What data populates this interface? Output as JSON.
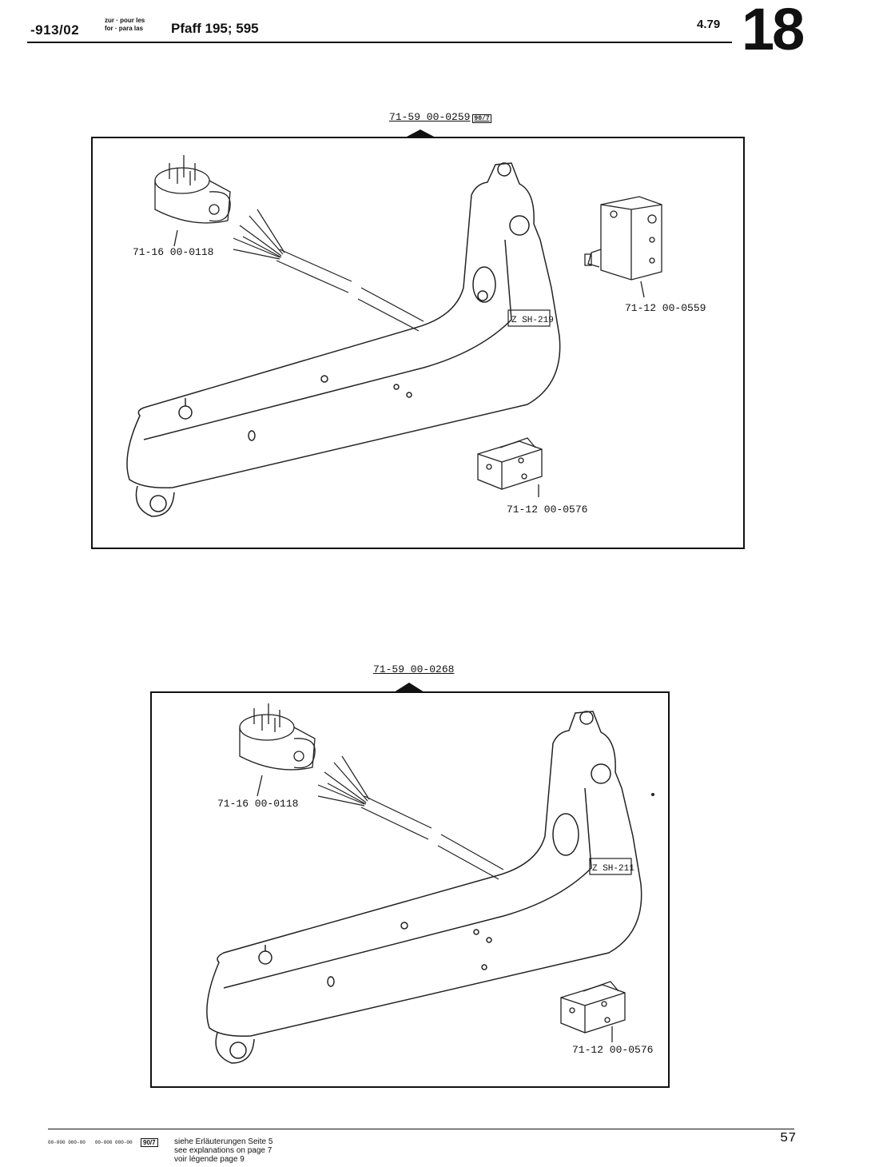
{
  "header": {
    "code": "-913/02",
    "zur_line1": "zur · pour les",
    "zur_line2": "for · para las",
    "title": "Pfaff 195; 595",
    "date": "4.79",
    "page_big": "18"
  },
  "figure1": {
    "assembly": "71-59 00-0259",
    "badge": "90/7",
    "parts": {
      "socket": "71-16 00-0118",
      "switch_top": "71-12 00-0559",
      "switch_bottom": "71-12 00-0576"
    },
    "tag": "Z SH-219"
  },
  "figure2": {
    "assembly": "71-59 00-0268",
    "parts": {
      "socket": "71-16 00-0118",
      "switch_bottom": "71-12 00-0576"
    },
    "tag": "Z SH-211"
  },
  "footer": {
    "code1": "00-000 000-00",
    "code2": "00-000 000-00",
    "badge": "90/7",
    "line1": "siehe Erläuterungen Seite 5",
    "line2": "see explanations on page 7",
    "line3": "voir légende page 9",
    "page_number": "57"
  }
}
